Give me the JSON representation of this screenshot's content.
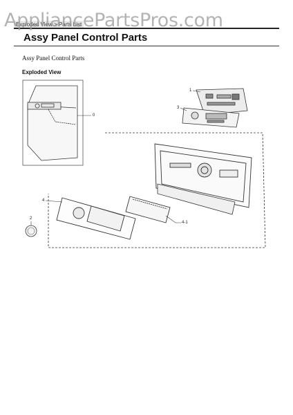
{
  "watermark": "AppliancePartsPros.com",
  "breadcrumb": "Exploded View > Parts List",
  "page_title": "Assy Panel Control Parts",
  "section_title": "Assy Panel Control Parts",
  "sub_title": "Exploded View",
  "callouts": {
    "c1": "1",
    "c2": "2",
    "c3": "3",
    "c4": "4",
    "c4_1": "4-1",
    "c0": "0"
  }
}
